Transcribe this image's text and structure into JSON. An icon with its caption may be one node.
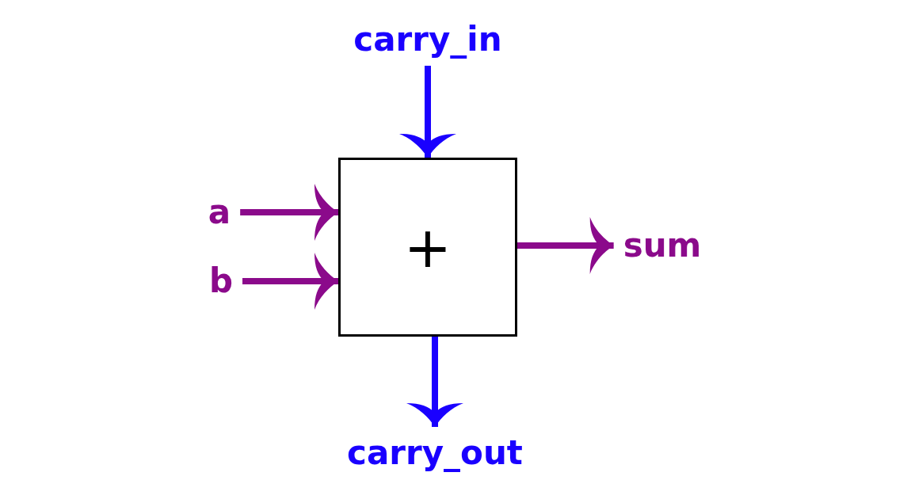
{
  "diagram": {
    "nodes": [
      {
        "text": [
          "+"
        ]
      },
      {
        "text": [
          "carry_in"
        ]
      },
      {
        "text": [
          "a"
        ]
      },
      {
        "text": [
          "b"
        ]
      },
      {
        "text": [
          "sum"
        ]
      },
      {
        "text": [
          "carry_out"
        ]
      }
    ],
    "edges": [
      {
        "from": 1,
        "to": 0,
        "arrow": "to",
        "color": "#1a00ff"
      },
      {
        "from": 2,
        "to": 0,
        "arrow": "to",
        "color": "#8b0a8b"
      },
      {
        "from": 3,
        "to": 0,
        "arrow": "to",
        "color": "#8b0a8b"
      },
      {
        "from": 0,
        "to": 4,
        "arrow": "to",
        "color": "#8b0a8b"
      },
      {
        "from": 0,
        "to": 5,
        "arrow": "to",
        "color": "#1a00ff"
      }
    ]
  }
}
